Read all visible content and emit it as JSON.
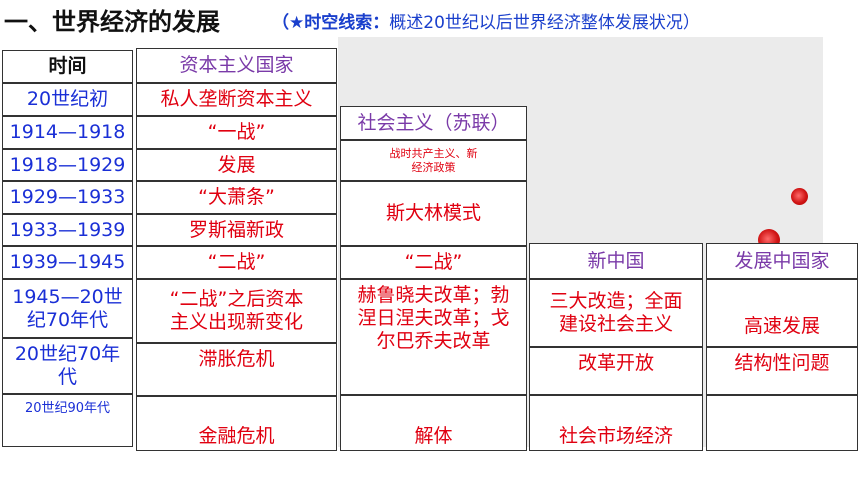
{
  "title": {
    "main": "一、世界经济的发展",
    "sub_label": "（★时空线索：",
    "sub_text": "概述20世纪以后世界经济整体发展状况）"
  },
  "columns": {
    "time": "时间",
    "capitalist": "资本主义国家",
    "socialist": "社会主义（苏联）",
    "china": "新中国",
    "developing": "发展中国家"
  },
  "time_rows": [
    "20世纪初",
    "1914—1918",
    "1918—1929",
    "1929—1933",
    "1933—1939",
    "1939—1945",
    "1945—20世纪70年代",
    "20世纪70年代",
    "20世纪90年代"
  ],
  "capitalist": [
    "私人垄断资本主义",
    "“一战”",
    "发展",
    "“大萧条”",
    "罗斯福新政",
    "“二战”",
    "“二战”之后资本主义出现新变化",
    "滞胀危机",
    "金融危机"
  ],
  "socialist": [
    "战时共产主义、新经济政策",
    "斯大林模式",
    "“二战”",
    "赫鲁晓夫改革；勃涅日涅夫改革；戈尔巴乔夫改革",
    "解体"
  ],
  "china": [
    "三大改造；全面建设社会主义",
    "改革开放",
    "社会市场经济"
  ],
  "developing": [
    "高速发展",
    "结构性问题",
    ""
  ]
}
